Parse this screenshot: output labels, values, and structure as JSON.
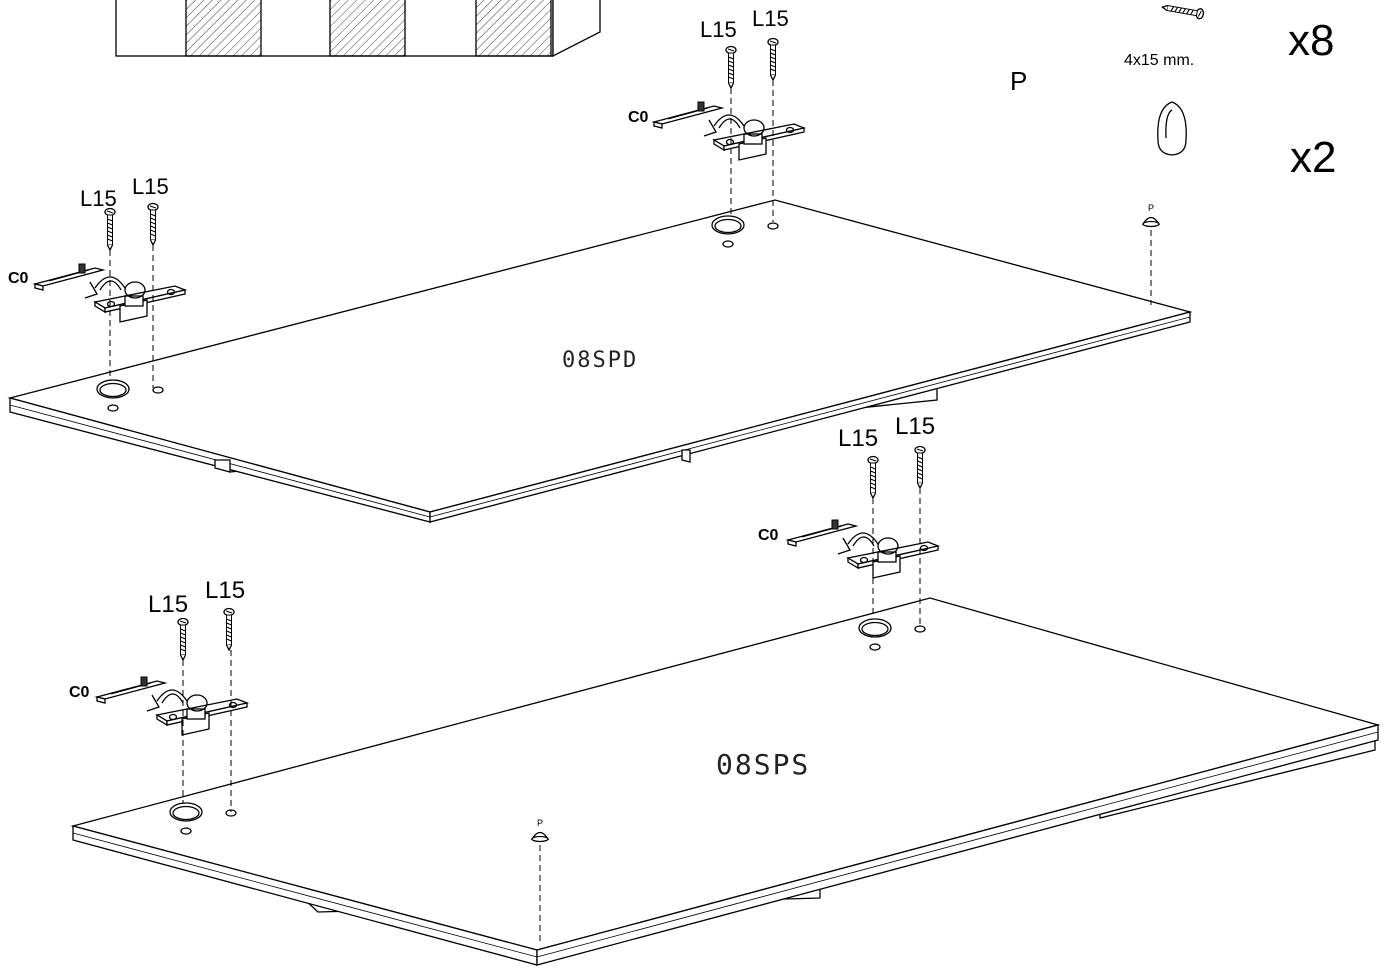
{
  "hardware": {
    "screw_size": "4x15 mm.",
    "screw_qty": "x8",
    "pad_label": "P",
    "pad_qty": "x2"
  },
  "panels": {
    "upper_code": "08SPD",
    "lower_code": "08SPS"
  },
  "labels": {
    "screw": "L15",
    "hinge": "C0",
    "pad_small": "P"
  }
}
